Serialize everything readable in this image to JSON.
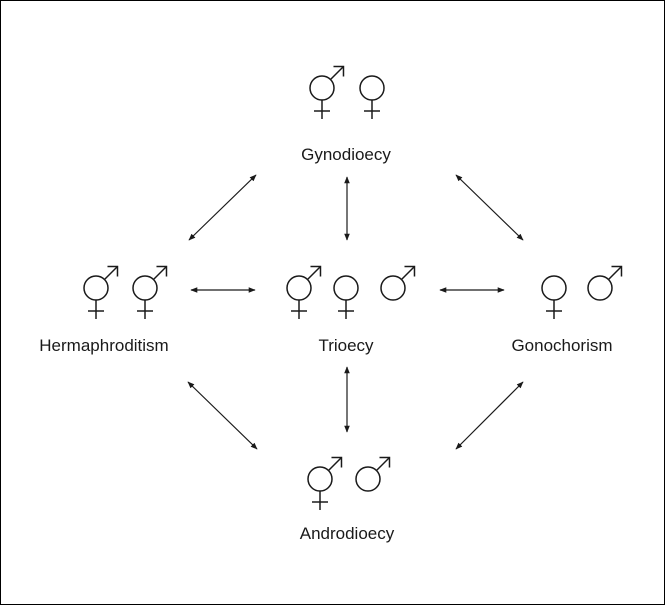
{
  "diagram": {
    "colors": {
      "ink": "#1a1a1a",
      "border": "#000000",
      "background": "#ffffff"
    },
    "nodes": [
      {
        "id": "gynodioecy",
        "label": "Gynodioecy",
        "symbols": [
          "hermaphrodite-symbol",
          "female-symbol"
        ]
      },
      {
        "id": "hermaphroditism",
        "label": "Hermaphroditism",
        "symbols": [
          "hermaphrodite-symbol",
          "hermaphrodite-symbol"
        ]
      },
      {
        "id": "trioecy",
        "label": "Trioecy",
        "symbols": [
          "hermaphrodite-symbol",
          "female-symbol",
          "male-symbol"
        ]
      },
      {
        "id": "gonochorism",
        "label": "Gonochorism",
        "symbols": [
          "female-symbol",
          "male-symbol"
        ]
      },
      {
        "id": "androdioecy",
        "label": "Androdioecy",
        "symbols": [
          "hermaphrodite-symbol",
          "male-symbol"
        ]
      }
    ],
    "edges": [
      {
        "from": "hermaphroditism",
        "to": "gynodioecy",
        "type": "bidirectional"
      },
      {
        "from": "trioecy",
        "to": "gynodioecy",
        "type": "bidirectional"
      },
      {
        "from": "gynodioecy",
        "to": "gonochorism",
        "type": "bidirectional"
      },
      {
        "from": "hermaphroditism",
        "to": "trioecy",
        "type": "bidirectional"
      },
      {
        "from": "trioecy",
        "to": "gonochorism",
        "type": "bidirectional"
      },
      {
        "from": "hermaphroditism",
        "to": "androdioecy",
        "type": "bidirectional"
      },
      {
        "from": "trioecy",
        "to": "androdioecy",
        "type": "bidirectional"
      },
      {
        "from": "gonochorism",
        "to": "androdioecy",
        "type": "bidirectional"
      }
    ]
  }
}
